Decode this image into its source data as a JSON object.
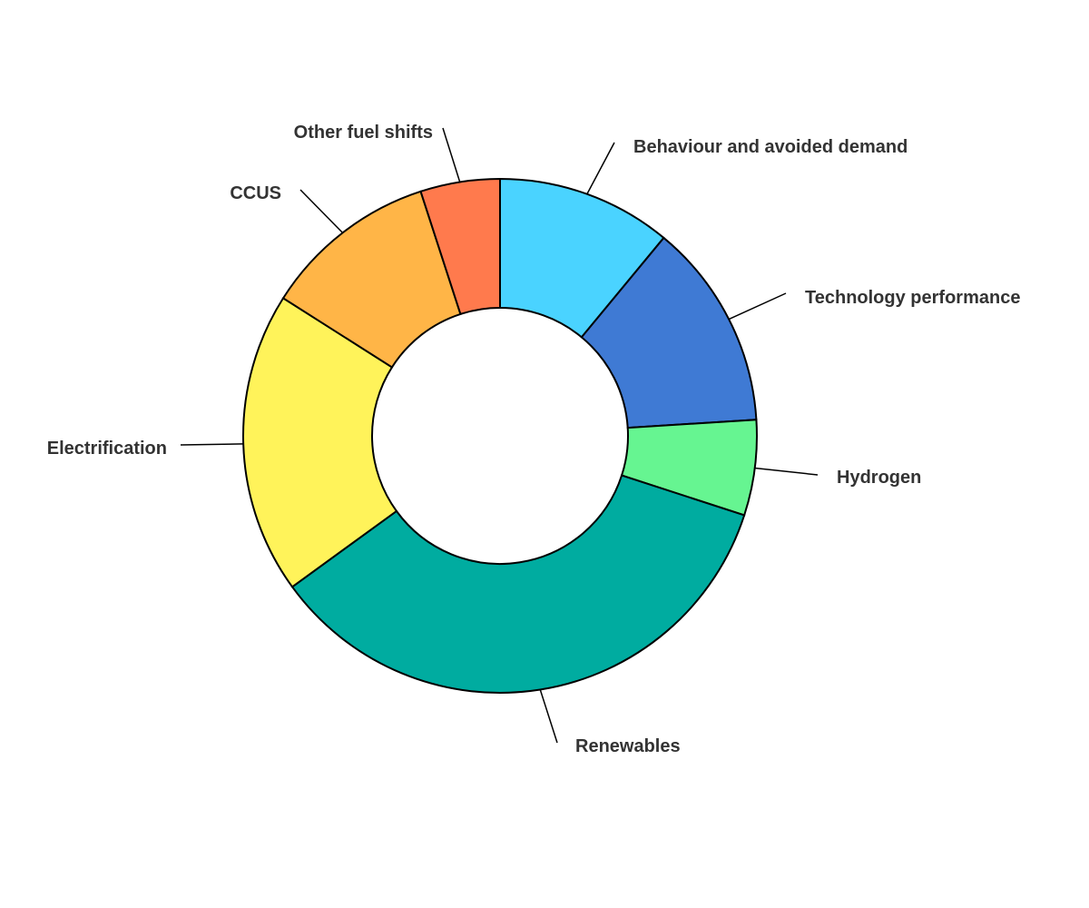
{
  "chart_data": {
    "type": "pie",
    "subtype": "donut",
    "title": "",
    "unit": "percent share (estimated)",
    "categories": [
      "Behaviour and avoided demand",
      "Technology performance",
      "Hydrogen",
      "Renewables",
      "Electrification",
      "CCUS",
      "Other fuel shifts"
    ],
    "values": [
      11,
      13,
      6,
      35,
      19,
      11,
      5
    ],
    "colors": [
      "#4AD3FF",
      "#3F7AD4",
      "#66F591",
      "#00ACA0",
      "#FFF35A",
      "#FFB547",
      "#FF7A4D"
    ],
    "legend": "none (direct labels)"
  }
}
